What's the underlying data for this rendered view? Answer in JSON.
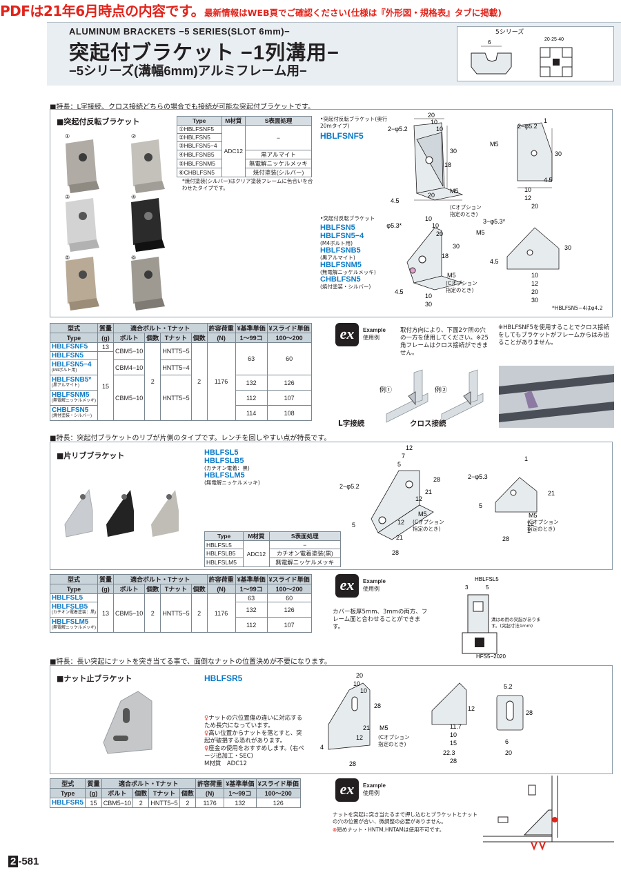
{
  "banner": {
    "big": "PDFは21年6月時点の内容です。",
    "small": "最新情報はWEB頁でご確認ください(仕様は『外形図・規格表』タブに掲載)"
  },
  "header": {
    "en": "ALUMINUM  BRACKETS  −5  SERIES(SLOT 6mm)−",
    "title": "突起付ブラケット  −1列溝用−",
    "sub": "−5シリーズ(溝幅6mm)アルミフレーム用−",
    "fig_label": "5シリーズ",
    "fig_dim": "6",
    "fig_frame": "20·25·40"
  },
  "s1": {
    "feature": "■特長：L字接続、クロス接続どちらの場合でも接続が可能な突起付ブラケットです。",
    "panel_title": "■突起付反転ブラケット",
    "photo_nums": [
      "①",
      "②",
      "③",
      "④",
      "⑤",
      "⑥"
    ],
    "type_table": {
      "headers": [
        "Type",
        "M材質",
        "S表面処理"
      ],
      "rows": [
        [
          "①HBLFSNF5",
          "",
          ""
        ],
        [
          "②HBLFSN5",
          "",
          ""
        ],
        [
          "③HBLFSN5−4",
          "ADC12",
          "−"
        ],
        [
          "④HBLFSNB5",
          "",
          "黒アルマイト"
        ],
        [
          "⑤HBLFSNM5",
          "",
          "無電解ニッケルメッキ"
        ],
        [
          "⑥CHBLFSN5",
          "",
          "焼付塗装(シルバー)"
        ]
      ]
    },
    "type_note": "*焼付塗装(シルバー)はクリア塗装フレームに色合いを合わせたタイプです。",
    "d1_note": "•突起付反転ブラケット(奥行20mタイプ)",
    "d1_model": "HBLFSNF5",
    "d2_note": "•突起付反転ブラケット",
    "d2_models": [
      {
        "m": "HBLFSN5",
        "s": ""
      },
      {
        "m": "HBLFSN5−4",
        "s": "(M4ボルト用)"
      },
      {
        "m": "HBLFSNB5",
        "s": "(黒アルマイト)"
      },
      {
        "m": "HBLFSNM5",
        "s": "(無電解ニッケルメッキ)"
      },
      {
        "m": "CHBLFSN5",
        "s": "(焼付塗装・シルバー)"
      }
    ],
    "d1_labels": {
      "hole": "2−φ5.2",
      "m5": "M5",
      "copt": "(Cオプション\n指定のとき)",
      "dims": [
        "20",
        "10",
        "10",
        "30",
        "18",
        "4.5",
        "20",
        "30",
        "1",
        "30",
        "10",
        "4.5",
        "10",
        "12",
        "20"
      ]
    },
    "d2_labels": {
      "hole": "3−φ5.3*",
      "m5": "M5",
      "copt": "(Cオプション\n指定のとき)",
      "foot": "*HBLFSN5−4はφ4.2",
      "dims": [
        "10",
        "10",
        "20",
        "30",
        "18",
        "4.5",
        "10",
        "30",
        "10",
        "30",
        "1",
        "4.5",
        "12",
        "10",
        "20",
        "30"
      ]
    },
    "spec": {
      "h1": [
        "型式",
        "質量",
        "適合ボルト・Tナット",
        "",
        "",
        "",
        "許容荷重",
        "¥基準単価",
        "¥スライド単価"
      ],
      "h2": [
        "Type",
        "(g)",
        "ボルト",
        "個数",
        "Tナット",
        "個数",
        "(N)",
        "1〜99コ",
        "100〜200"
      ],
      "rows": [
        {
          "m": "HBLFSNF5",
          "s": "",
          "g": "13",
          "bolt": "CBM5−10",
          "n": "HNTT5−5",
          "p1": "63",
          "p2": "60"
        },
        {
          "m": "HBLFSN5",
          "s": "",
          "g": "",
          "bolt": "",
          "n": "",
          "p1": "",
          "p2": ""
        },
        {
          "m": "HBLFSN5−4",
          "s": "(M4ボルト用)",
          "g": "15",
          "bolt": "CBM4−10",
          "n": "HNTT5−4",
          "p1": "",
          "p2": ""
        },
        {
          "m": "HBLFSNB5*",
          "s": "(黒アルマイト)",
          "g": "",
          "bolt": "CBM5−10",
          "n": "HNTT5−5",
          "p1": "132",
          "p2": "126"
        },
        {
          "m": "HBLFSNM5",
          "s": "(無電解ニッケルメッキ)",
          "g": "",
          "bolt": "",
          "n": "",
          "p1": "112",
          "p2": "107"
        },
        {
          "m": "CHBLFSN5",
          "s": "(焼付塗装・シルバー)",
          "g": "",
          "bolt": "",
          "n": "",
          "p1": "114",
          "p2": "108"
        }
      ],
      "qty": "2",
      "load": "1176"
    },
    "ex": {
      "label": "Example",
      "label2": "使用例",
      "text": "取付方向により、下面2ケ所の穴の一方を使用してください。※25角フレームはクロス接続ができません。",
      "ex1": "例①",
      "ex2": "例②",
      "cap1": "L字接続",
      "cap2": "クロス接続",
      "side": "※HBLFSNF5を使用することでクロス接続をしてもブラケットがフレームからはみ出ることがありません。"
    }
  },
  "s2": {
    "feature": "■特長：突起付ブラケットのリブが片側のタイプです。レンチを回しやすい点が特長です。",
    "panel_title": "■片リブブラケット",
    "models": [
      {
        "m": "HBLFSL5",
        "s": ""
      },
      {
        "m": "HBLFSLB5",
        "s": "(カチオン電着：黒)"
      },
      {
        "m": "HBLFSLM5",
        "s": "(無電解ニッケルメッキ)"
      }
    ],
    "d_labels": {
      "hole": "2−φ5.2",
      "hole2": "2−φ5.3",
      "m5": "M5",
      "copt": "(Cオプション\n指定のとき)",
      "dims": [
        "12",
        "7",
        "5",
        "28",
        "21",
        "12",
        "5",
        "12",
        "21",
        "28",
        "1",
        "5",
        "28",
        "21",
        "12",
        "28",
        "1",
        "5"
      ]
    },
    "type_table": {
      "headers": [
        "Type",
        "M材質",
        "S表面処理"
      ],
      "rows": [
        [
          "HBLFSL5",
          "",
          "−"
        ],
        [
          "HBLFSLB5",
          "ADC12",
          "カチオン電着塗装(黒)"
        ],
        [
          "HBLFSLM5",
          "",
          "無電解ニッケルメッキ"
        ]
      ]
    },
    "spec": {
      "h1": [
        "型式",
        "質量",
        "適合ボルト・Tナット",
        "",
        "",
        "",
        "許容荷重",
        "¥基準単価",
        "¥スライド単価"
      ],
      "h2": [
        "Type",
        "(g)",
        "ボルト",
        "個数",
        "Tナット",
        "個数",
        "(N)",
        "1〜99コ",
        "100〜200"
      ],
      "rows": [
        {
          "m": "HBLFSL5",
          "s": "",
          "p1": "63",
          "p2": "60"
        },
        {
          "m": "HBLFSLB5",
          "s": "(カチオン電着塗装：黒)",
          "p1": "132",
          "p2": "126"
        },
        {
          "m": "HBLFSLM5",
          "s": "(無電解ニッケルメッキ)",
          "p1": "112",
          "p2": "107"
        }
      ],
      "g": "13",
      "bolt": "CBM5−10",
      "qty": "2",
      "nut": "HNTT5−5",
      "load": "1176"
    },
    "ex": {
      "label": "Example",
      "label2": "使用例",
      "text": "カバー板厚5mm、3mmの両方、フレーム面と合わせることができます。",
      "model": "HBLFSL5",
      "d3": "3",
      "d5": "5",
      "note": "溝はめ用の突起があります。(突起寸法1mm)",
      "frame": "HFS5−2020"
    }
  },
  "s3": {
    "feature": "■特長：長い突起にナットを突き当てる事で、面倒なナットの位置決めが不要になります。",
    "panel_title": "■ナット止ブラケット",
    "model": "HBLFSR5",
    "notes": [
      "ナットの穴位置傷の違いに対応するため長穴になっています。",
      "高い位置からナットを落とすと、突起が破損する恐れがあります。",
      "座金の使用をおすすめします。(右ページ追加工・SEC)"
    ],
    "material": "M材質　ADC12",
    "d_labels": {
      "m5": "M5",
      "copt": "(Cオプション\n指定のとき)",
      "dims": [
        "20",
        "10",
        "10",
        "28",
        "4",
        "21",
        "12",
        "28",
        "12",
        "11.7",
        "10",
        "15",
        "22.3",
        "28",
        "5.2",
        "28",
        "6",
        "20"
      ]
    },
    "spec": {
      "h1": [
        "型式",
        "質量",
        "適合ボルト・Tナット",
        "",
        "",
        "",
        "許容荷重",
        "¥基準単価",
        "¥スライド単価"
      ],
      "h2": [
        "Type",
        "(g)",
        "ボルト",
        "個数",
        "Tナット",
        "個数",
        "(N)",
        "1〜99コ",
        "100〜200"
      ],
      "row": {
        "m": "HBLFSR5",
        "g": "15",
        "bolt": "CBM5−10",
        "q1": "2",
        "nut": "HNTT5−5",
        "q2": "2",
        "load": "1176",
        "p1": "132",
        "p2": "126"
      }
    },
    "ex": {
      "label": "Example",
      "label2": "使用例",
      "text": "ナットを突起に突き当たるまで押し込むとブラケットとナットの穴の位置が合い、微調整の必要がありません。",
      "warn": "短めナット・HNTM,HNTAMは使用不可です。"
    }
  },
  "page": {
    "box": "2",
    "num": "-581"
  },
  "colors": {
    "accent_red": "#e2231a",
    "model_blue": "#0a7ac8",
    "header_bg": "#e9eef2"
  }
}
